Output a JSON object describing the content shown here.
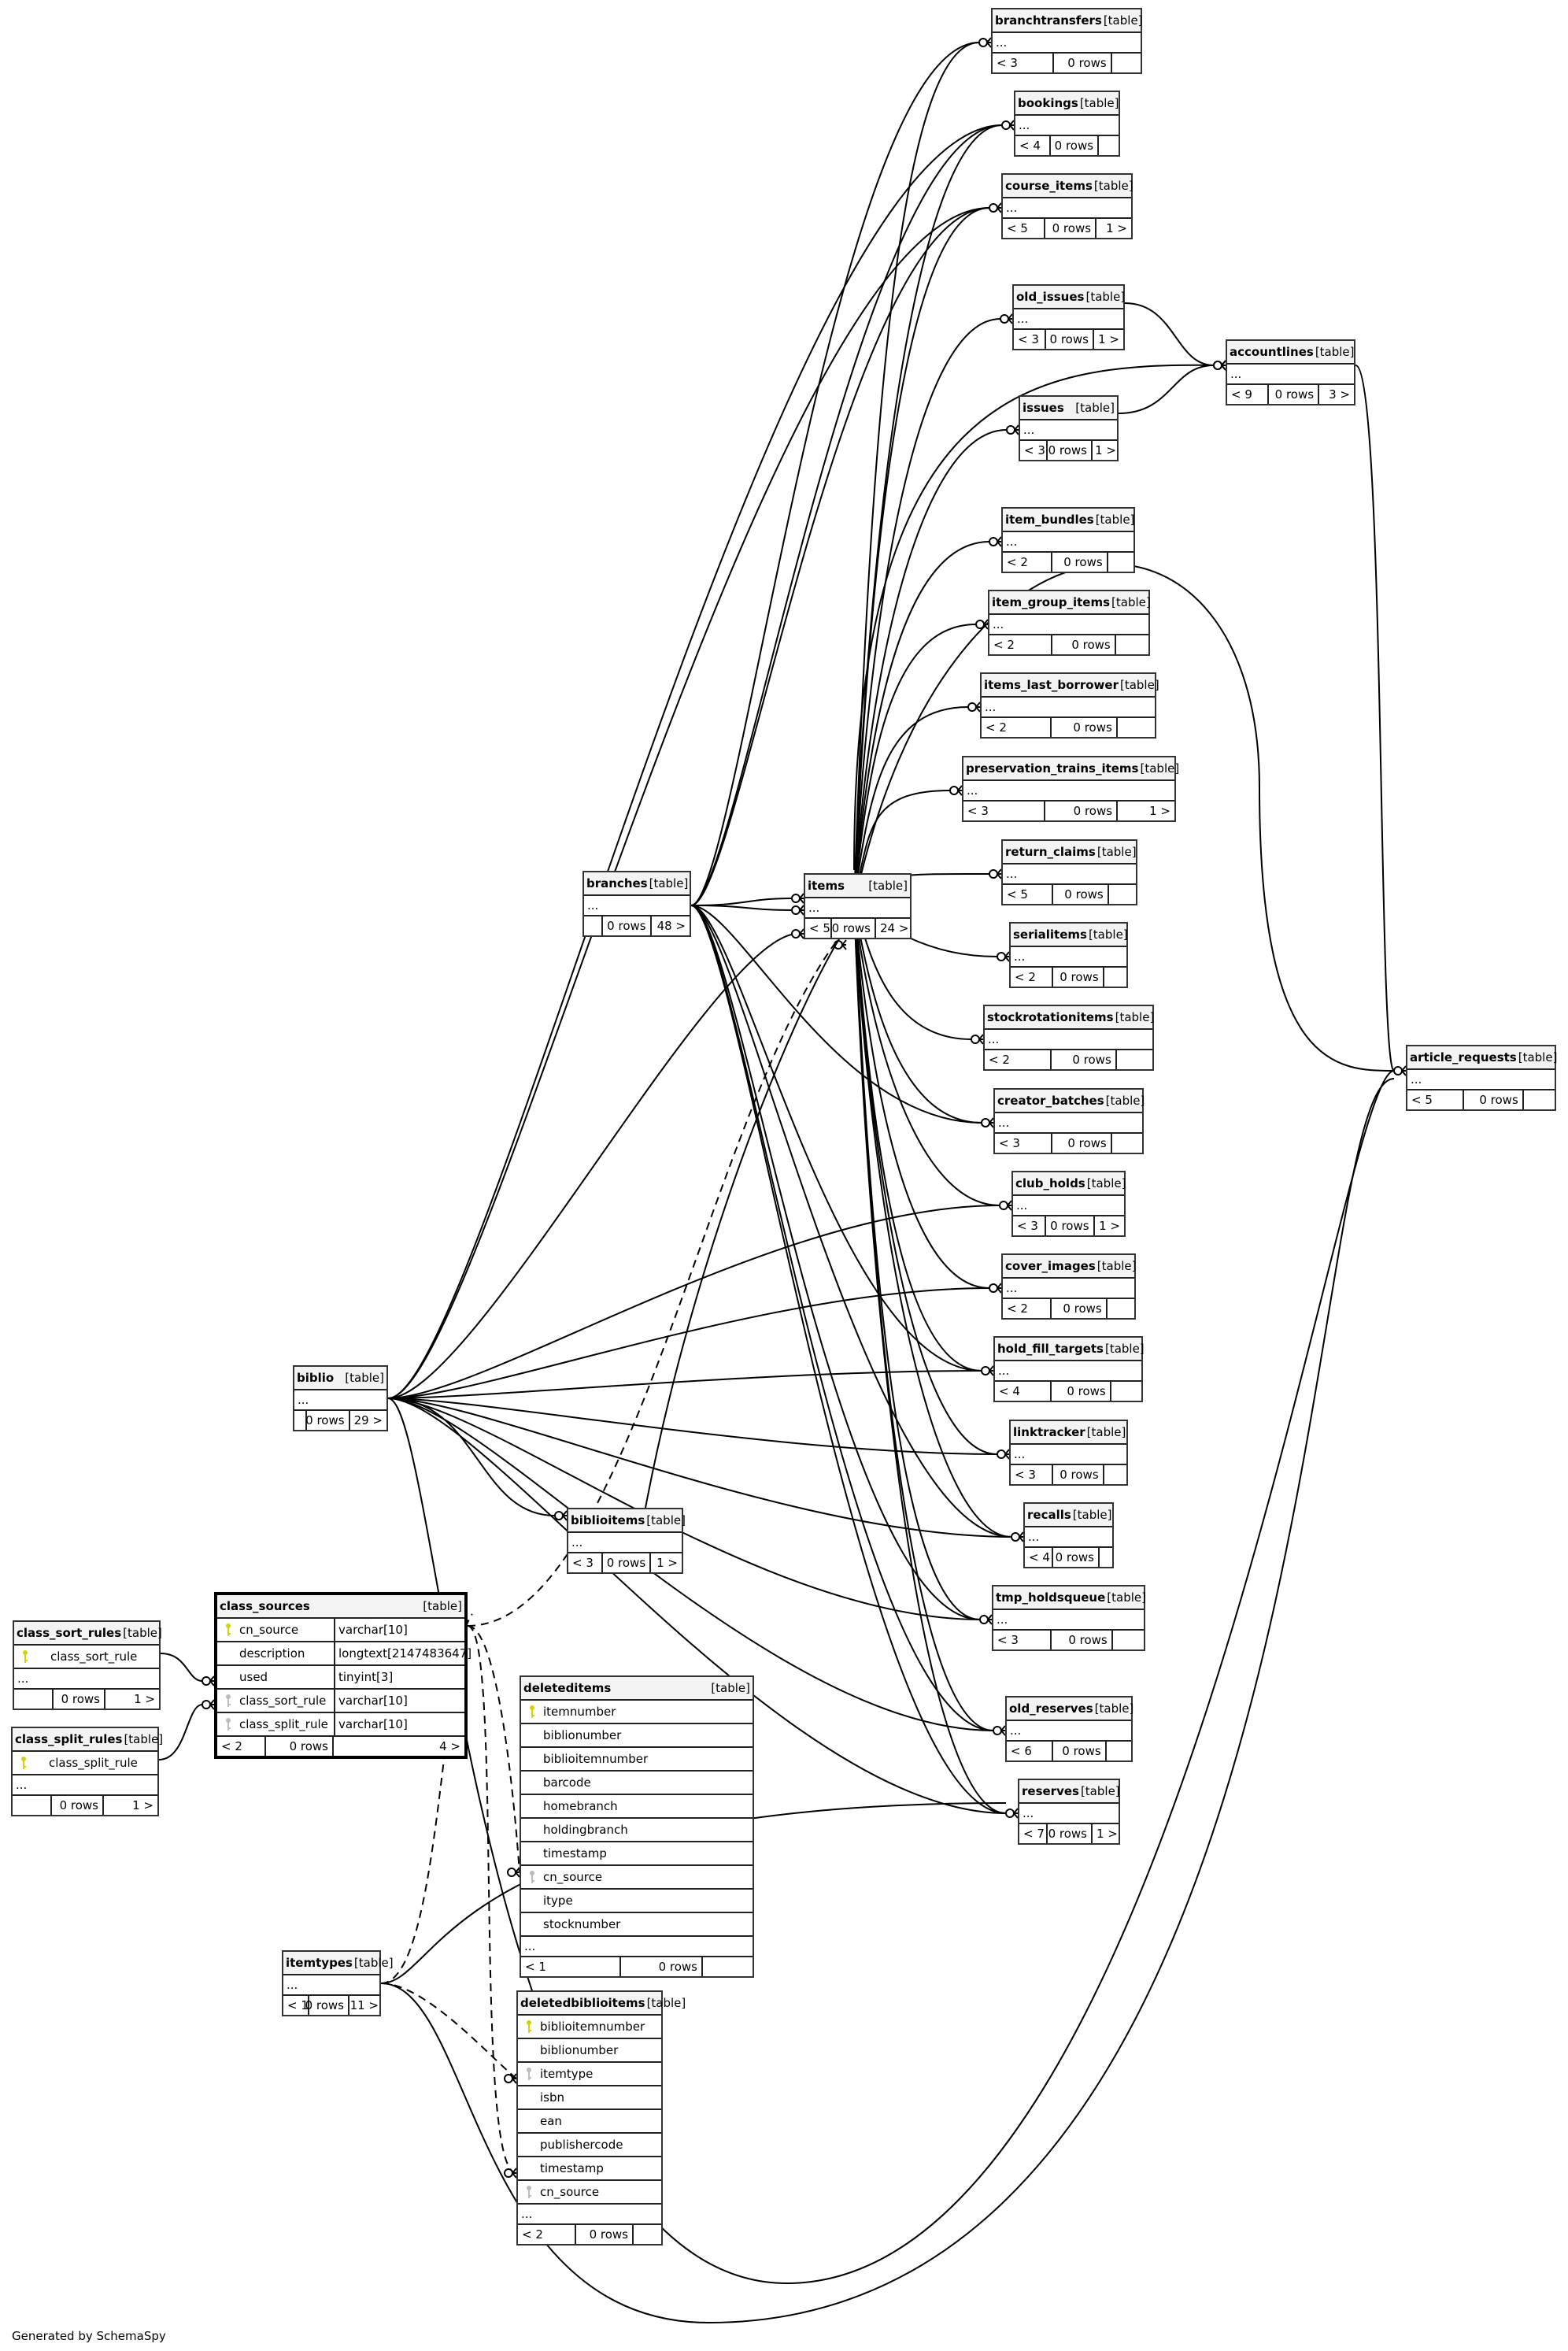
{
  "footer": "Generated by SchemaSpy",
  "type_label": "[table]",
  "ellipsis": "...",
  "tables": {
    "branchtransfers": {
      "name": "branchtransfers",
      "parents": "< 3",
      "rows": "0 rows",
      "children": ""
    },
    "bookings": {
      "name": "bookings",
      "parents": "< 4",
      "rows": "0 rows",
      "children": ""
    },
    "course_items": {
      "name": "course_items",
      "parents": "< 5",
      "rows": "0 rows",
      "children": "1 >"
    },
    "old_issues": {
      "name": "old_issues",
      "parents": "< 3",
      "rows": "0 rows",
      "children": "1 >"
    },
    "accountlines": {
      "name": "accountlines",
      "parents": "< 9",
      "rows": "0 rows",
      "children": "3 >"
    },
    "issues": {
      "name": "issues",
      "parents": "< 3",
      "rows": "0 rows",
      "children": "1 >"
    },
    "item_bundles": {
      "name": "item_bundles",
      "parents": "< 2",
      "rows": "0 rows",
      "children": ""
    },
    "item_group_items": {
      "name": "item_group_items",
      "parents": "< 2",
      "rows": "0 rows",
      "children": ""
    },
    "items_last_borrower": {
      "name": "items_last_borrower",
      "parents": "< 2",
      "rows": "0 rows",
      "children": ""
    },
    "preservation_trains_items": {
      "name": "preservation_trains_items",
      "parents": "< 3",
      "rows": "0 rows",
      "children": "1 >"
    },
    "return_claims": {
      "name": "return_claims",
      "parents": "< 5",
      "rows": "0 rows",
      "children": ""
    },
    "serialitems": {
      "name": "serialitems",
      "parents": "< 2",
      "rows": "0 rows",
      "children": ""
    },
    "stockrotationitems": {
      "name": "stockrotationitems",
      "parents": "< 2",
      "rows": "0 rows",
      "children": ""
    },
    "creator_batches": {
      "name": "creator_batches",
      "parents": "< 3",
      "rows": "0 rows",
      "children": ""
    },
    "club_holds": {
      "name": "club_holds",
      "parents": "< 3",
      "rows": "0 rows",
      "children": "1 >"
    },
    "cover_images": {
      "name": "cover_images",
      "parents": "< 2",
      "rows": "0 rows",
      "children": ""
    },
    "hold_fill_targets": {
      "name": "hold_fill_targets",
      "parents": "< 4",
      "rows": "0 rows",
      "children": ""
    },
    "linktracker": {
      "name": "linktracker",
      "parents": "< 3",
      "rows": "0 rows",
      "children": ""
    },
    "recalls": {
      "name": "recalls",
      "parents": "< 4",
      "rows": "0 rows",
      "children": ""
    },
    "tmp_holdsqueue": {
      "name": "tmp_holdsqueue",
      "parents": "< 3",
      "rows": "0 rows",
      "children": ""
    },
    "old_reserves": {
      "name": "old_reserves",
      "parents": "< 6",
      "rows": "0 rows",
      "children": ""
    },
    "reserves": {
      "name": "reserves",
      "parents": "< 7",
      "rows": "0 rows",
      "children": "1 >"
    },
    "article_requests": {
      "name": "article_requests",
      "parents": "< 5",
      "rows": "0 rows",
      "children": ""
    },
    "branches": {
      "name": "branches",
      "parents": "",
      "rows": "0 rows",
      "children": "48 >"
    },
    "items": {
      "name": "items",
      "parents": "< 5",
      "rows": "0 rows",
      "children": "24 >"
    },
    "biblio": {
      "name": "biblio",
      "parents": "",
      "rows": "0 rows",
      "children": "29 >"
    },
    "biblioitems": {
      "name": "biblioitems",
      "parents": "< 3",
      "rows": "0 rows",
      "children": "1 >"
    },
    "itemtypes": {
      "name": "itemtypes",
      "parents": "< 1",
      "rows": "0 rows",
      "children": "11 >"
    },
    "class_sort_rules": {
      "name": "class_sort_rules",
      "parents": "",
      "rows": "0 rows",
      "children": "1 >",
      "columns": [
        {
          "name": "class_sort_rule",
          "key": "pk"
        }
      ]
    },
    "class_split_rules": {
      "name": "class_split_rules",
      "parents": "",
      "rows": "0 rows",
      "children": "1 >",
      "columns": [
        {
          "name": "class_split_rule",
          "key": "pk"
        }
      ]
    },
    "class_sources": {
      "name": "class_sources",
      "parents": "< 2",
      "rows": "0 rows",
      "children": "4 >",
      "columns": [
        {
          "name": "cn_source",
          "type": "varchar[10]",
          "key": "pk"
        },
        {
          "name": "description",
          "type": "longtext[2147483647]",
          "key": ""
        },
        {
          "name": "used",
          "type": "tinyint[3]",
          "key": ""
        },
        {
          "name": "class_sort_rule",
          "type": "varchar[10]",
          "key": "fk"
        },
        {
          "name": "class_split_rule",
          "type": "varchar[10]",
          "key": "fk"
        }
      ]
    },
    "deleteditems": {
      "name": "deleteditems",
      "parents": "< 1",
      "rows": "0 rows",
      "children": "",
      "columns": [
        {
          "name": "itemnumber",
          "key": "pk"
        },
        {
          "name": "biblionumber",
          "key": ""
        },
        {
          "name": "biblioitemnumber",
          "key": ""
        },
        {
          "name": "barcode",
          "key": ""
        },
        {
          "name": "homebranch",
          "key": ""
        },
        {
          "name": "holdingbranch",
          "key": ""
        },
        {
          "name": "timestamp",
          "key": ""
        },
        {
          "name": "cn_source",
          "key": "fk"
        },
        {
          "name": "itype",
          "key": ""
        },
        {
          "name": "stocknumber",
          "key": ""
        }
      ]
    },
    "deletedbiblioitems": {
      "name": "deletedbiblioitems",
      "parents": "< 2",
      "rows": "0 rows",
      "children": "",
      "columns": [
        {
          "name": "biblioitemnumber",
          "key": "pk"
        },
        {
          "name": "biblionumber",
          "key": ""
        },
        {
          "name": "itemtype",
          "key": "fk"
        },
        {
          "name": "isbn",
          "key": ""
        },
        {
          "name": "ean",
          "key": ""
        },
        {
          "name": "publishercode",
          "key": ""
        },
        {
          "name": "timestamp",
          "key": ""
        },
        {
          "name": "cn_source",
          "key": "fk"
        }
      ]
    }
  },
  "key_icons": {
    "pk": "primary-key-icon",
    "fk": "foreign-key-icon"
  }
}
